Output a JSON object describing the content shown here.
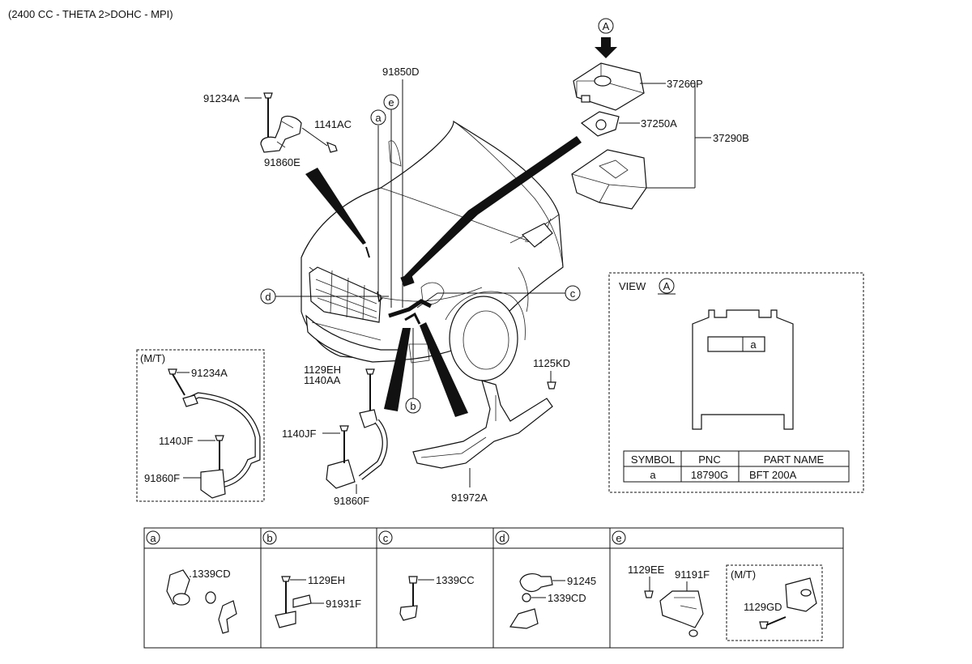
{
  "header": {
    "engine": "(2400 CC - THETA 2>DOHC - MPI)"
  },
  "callouts": {
    "p91234A_top": "91234A",
    "p1141AC": "1141AC",
    "p91860E": "91860E",
    "p91850D": "91850D",
    "p37260P": "37260P",
    "p37250A": "37250A",
    "p37290B": "37290B",
    "p1129EH": "1129EH",
    "p1140AA": "1140AA",
    "p1140JF_mid": "1140JF",
    "p91860F_mid": "91860F",
    "p1125KD": "1125KD",
    "p91972A": "91972A"
  },
  "circle_labels": {
    "a": "a",
    "b": "b",
    "c": "c",
    "d": "d",
    "e": "e",
    "A": "A"
  },
  "mt_box": {
    "title": "(M/T)",
    "p91234A": "91234A",
    "p1140JF": "1140JF",
    "p91860F": "91860F"
  },
  "view": {
    "title": "VIEW",
    "circle": "A",
    "cell_a": "a",
    "table": {
      "headers": [
        "SYMBOL",
        "PNC",
        "PART NAME"
      ],
      "rows": [
        [
          "a",
          "18790G",
          "BFT 200A"
        ]
      ]
    }
  },
  "bottom_panels": {
    "a": {
      "letter": "a",
      "p1": "1339CD"
    },
    "b": {
      "letter": "b",
      "p1": "1129EH",
      "p2": "91931F"
    },
    "c": {
      "letter": "c",
      "p1": "1339CC"
    },
    "d": {
      "letter": "d",
      "p1": "91245",
      "p2": "1339CD"
    },
    "e": {
      "letter": "e",
      "p1": "1129EE",
      "p2": "91191F",
      "mt": "(M/T)",
      "p3": "1129GD"
    }
  }
}
